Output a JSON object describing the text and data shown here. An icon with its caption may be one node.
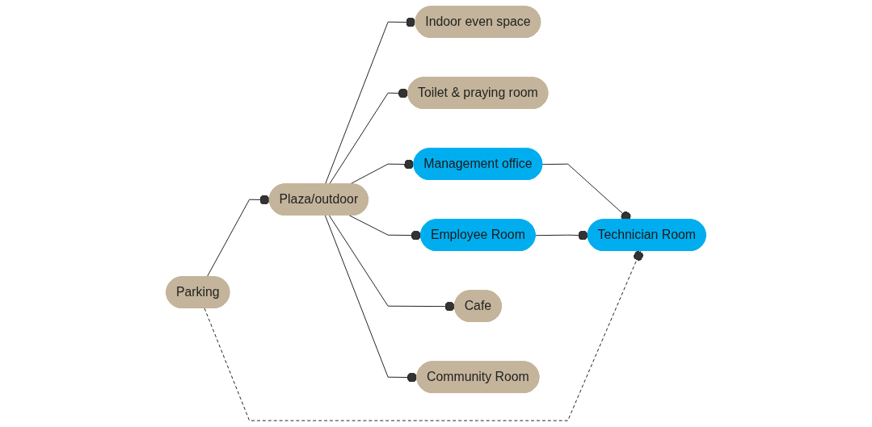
{
  "diagram": {
    "nodes": [
      {
        "text": [
          "Indoor even space"
        ]
      },
      {
        "text": [
          "Toilet & praying room"
        ]
      },
      {
        "text": [
          "Parking"
        ]
      },
      {
        "text": [
          "Plaza/outdoor"
        ]
      },
      {
        "text": [
          "Management office"
        ]
      },
      {
        "text": [
          "Employee Room"
        ]
      },
      {
        "text": [
          "Technician Room"
        ]
      },
      {
        "text": [
          "Cafe"
        ]
      },
      {
        "text": [
          "Community Room"
        ]
      }
    ],
    "edges": [
      {
        "from": 3,
        "to": 0,
        "arrow": "other"
      },
      {
        "from": 3,
        "to": 1,
        "arrow": "other"
      },
      {
        "from": 2,
        "to": 3,
        "arrow": "other"
      },
      {
        "from": 3,
        "to": 7,
        "arrow": "other"
      },
      {
        "from": 3,
        "to": 8,
        "arrow": "other"
      },
      {
        "from": 3,
        "to": 4,
        "arrow": "other"
      },
      {
        "from": 3,
        "to": 5,
        "arrow": "other"
      },
      {
        "from": 4,
        "to": 6,
        "arrow": "other"
      },
      {
        "from": 5,
        "to": 6,
        "arrow": "other"
      },
      {
        "from": 2,
        "to": 6,
        "arrow": "other",
        "style": "dashed"
      }
    ]
  }
}
